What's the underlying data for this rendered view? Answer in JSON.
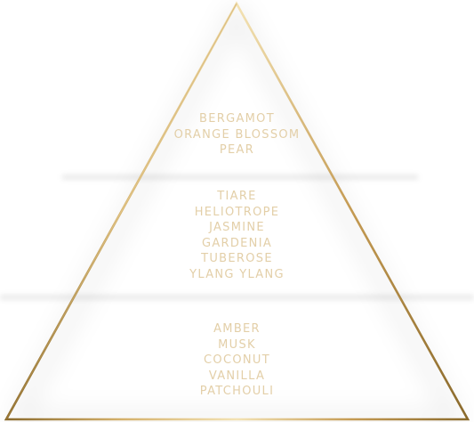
{
  "colors": {
    "gold_light": "#f3e2b3",
    "gold_mid": "#c9a25e",
    "gold_dark": "#8a6a2c",
    "text": "#e3cfa8",
    "background": "#ffffff"
  },
  "pyramid": {
    "top_notes": [
      "BERGAMOT",
      "ORANGE BLOSSOM",
      "PEAR"
    ],
    "heart_notes": [
      "TIARE",
      "HELIOTROPE",
      "JASMINE",
      "GARDENIA",
      "TUBEROSE",
      "YLANG YLANG"
    ],
    "base_notes": [
      "AMBER",
      "MUSK",
      "COCONUT",
      "VANILLA",
      "PATCHOULI"
    ]
  }
}
